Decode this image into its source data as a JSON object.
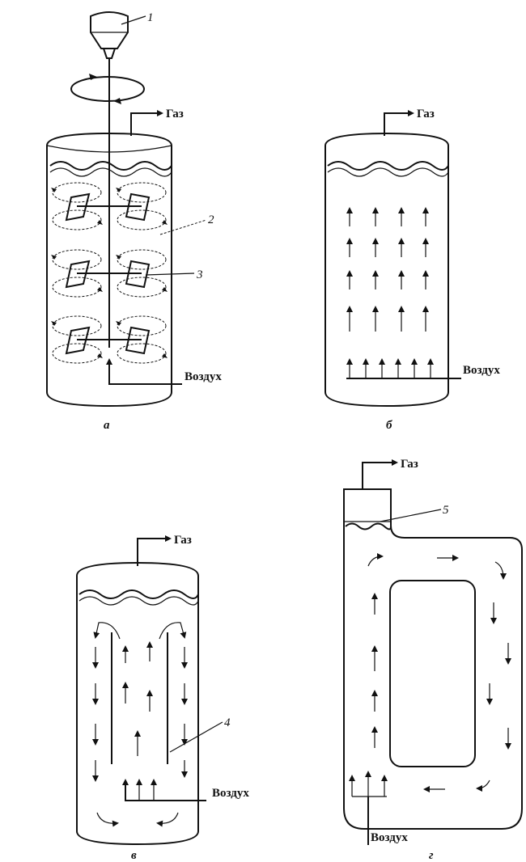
{
  "labels": {
    "gas": "Газ",
    "air": "Воздух",
    "num_1": "1",
    "num_2": "2",
    "num_3": "3",
    "num_4": "4",
    "num_5": "5"
  },
  "captions": {
    "a": "а",
    "b": "б",
    "v": "в",
    "g": "г"
  },
  "colors": {
    "ink": "#111111",
    "background": "#ffffff"
  }
}
